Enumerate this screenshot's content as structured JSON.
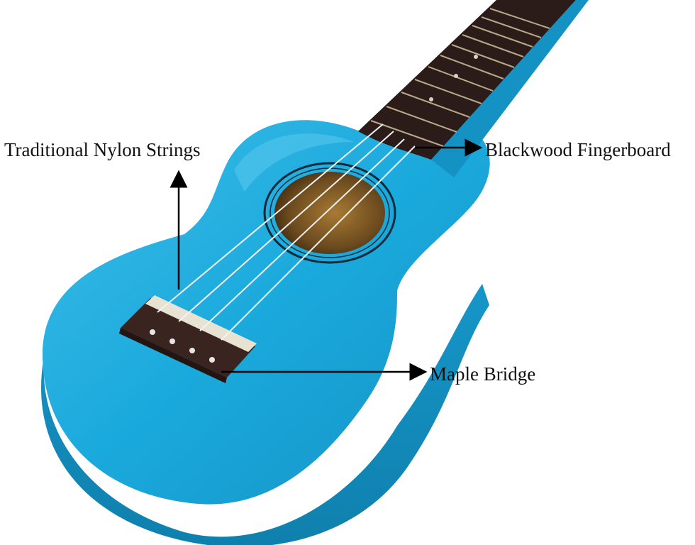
{
  "annotations": {
    "strings": "Traditional Nylon Strings",
    "fingerboard": "Blackwood Fingerboard",
    "bridge": "Maple Bridge"
  },
  "colors": {
    "body": "#1aa9dc",
    "body_shadow": "#0f86b5",
    "body_highlight": "#4cc2ea",
    "fingerboard": "#2b1c1a",
    "frets": "#b8a98a",
    "sound_hole": "#6b4a1e",
    "bridge": "#3a2420",
    "strings": "#f2f2f2",
    "arrows": "#000000"
  }
}
